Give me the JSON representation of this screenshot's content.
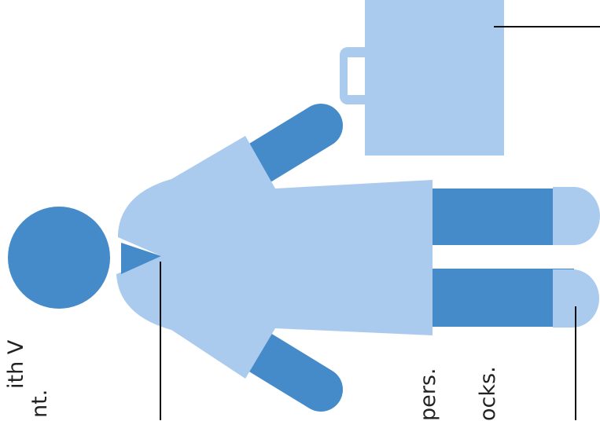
{
  "colors": {
    "dark_blue": "#468bc9",
    "light_blue": "#abcbee",
    "line": "#111111",
    "text": "#222222"
  },
  "labels": {
    "shirt_lines": [
      "ith V",
      "nt."
    ],
    "trousers": "pers.",
    "socks": "ocks."
  }
}
